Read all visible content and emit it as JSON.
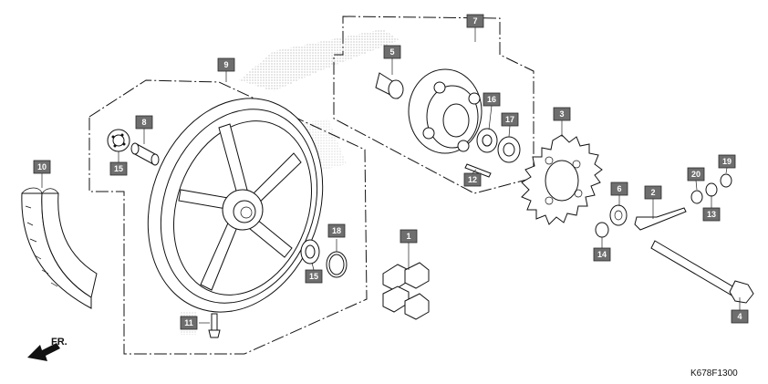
{
  "drawing_code": "K678F1300",
  "front_marker": "FR.",
  "callouts": [
    {
      "id": "c1",
      "label": "1"
    },
    {
      "id": "c2",
      "label": "2"
    },
    {
      "id": "c3",
      "label": "3"
    },
    {
      "id": "c4",
      "label": "4"
    },
    {
      "id": "c5",
      "label": "5"
    },
    {
      "id": "c6",
      "label": "6"
    },
    {
      "id": "c7",
      "label": "7"
    },
    {
      "id": "c8",
      "label": "8"
    },
    {
      "id": "c9",
      "label": "9"
    },
    {
      "id": "c10",
      "label": "10"
    },
    {
      "id": "c11",
      "label": "11"
    },
    {
      "id": "c12",
      "label": "12"
    },
    {
      "id": "c13",
      "label": "13"
    },
    {
      "id": "c14",
      "label": "14"
    },
    {
      "id": "c15a",
      "label": "15"
    },
    {
      "id": "c15b",
      "label": "15"
    },
    {
      "id": "c16",
      "label": "16"
    },
    {
      "id": "c17",
      "label": "17"
    },
    {
      "id": "c18",
      "label": "18"
    },
    {
      "id": "c19",
      "label": "19"
    },
    {
      "id": "c20",
      "label": "20"
    }
  ]
}
